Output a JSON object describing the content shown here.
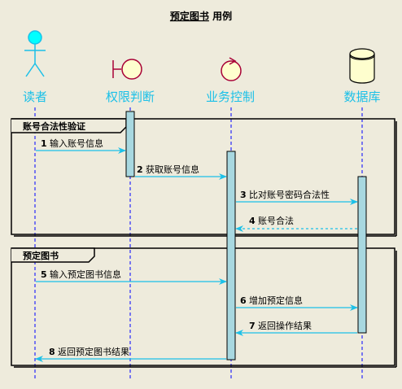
{
  "diagram": {
    "title_main": "预定图书",
    "title_suffix": " 用例",
    "participants": [
      {
        "name": "读者",
        "shape": "actor-icon"
      },
      {
        "name": "权限判断",
        "shape": "boundary-icon"
      },
      {
        "name": "业务控制",
        "shape": "control-icon"
      },
      {
        "name": "数据库",
        "shape": "database-icon"
      }
    ],
    "frames": [
      {
        "label": "账号合法性验证"
      },
      {
        "label": "预定图书"
      }
    ],
    "messages": [
      {
        "num": "1",
        "text": "输入账号信息",
        "from": 0,
        "to": 1,
        "style": "solid"
      },
      {
        "num": "2",
        "text": "获取账号信息",
        "from": 1,
        "to": 2,
        "style": "solid"
      },
      {
        "num": "3",
        "text": "比对账号密码合法性",
        "from": 2,
        "to": 3,
        "style": "solid"
      },
      {
        "num": "4",
        "text": "账号合法",
        "from": 3,
        "to": 2,
        "style": "dashed"
      },
      {
        "num": "5",
        "text": "输入预定图书信息",
        "from": 0,
        "to": 2,
        "style": "solid"
      },
      {
        "num": "6",
        "text": "增加预定信息",
        "from": 2,
        "to": 3,
        "style": "solid"
      },
      {
        "num": "7",
        "text": "返回操作结果",
        "from": 3,
        "to": 2,
        "style": "solid"
      },
      {
        "num": "8",
        "text": "返回预定图书结果",
        "from": 2,
        "to": 0,
        "style": "solid"
      }
    ],
    "colors": {
      "background": "#EEEBDC",
      "participant_text": "#1BC0E8",
      "arrow": "#1BC0E8",
      "lifeline": "#0000FF",
      "actor_fill": "#00FFFF",
      "icon_stroke": "#A80036",
      "icon_fill": "#FEFECE",
      "activation_fill": "#A8D8E0"
    }
  }
}
